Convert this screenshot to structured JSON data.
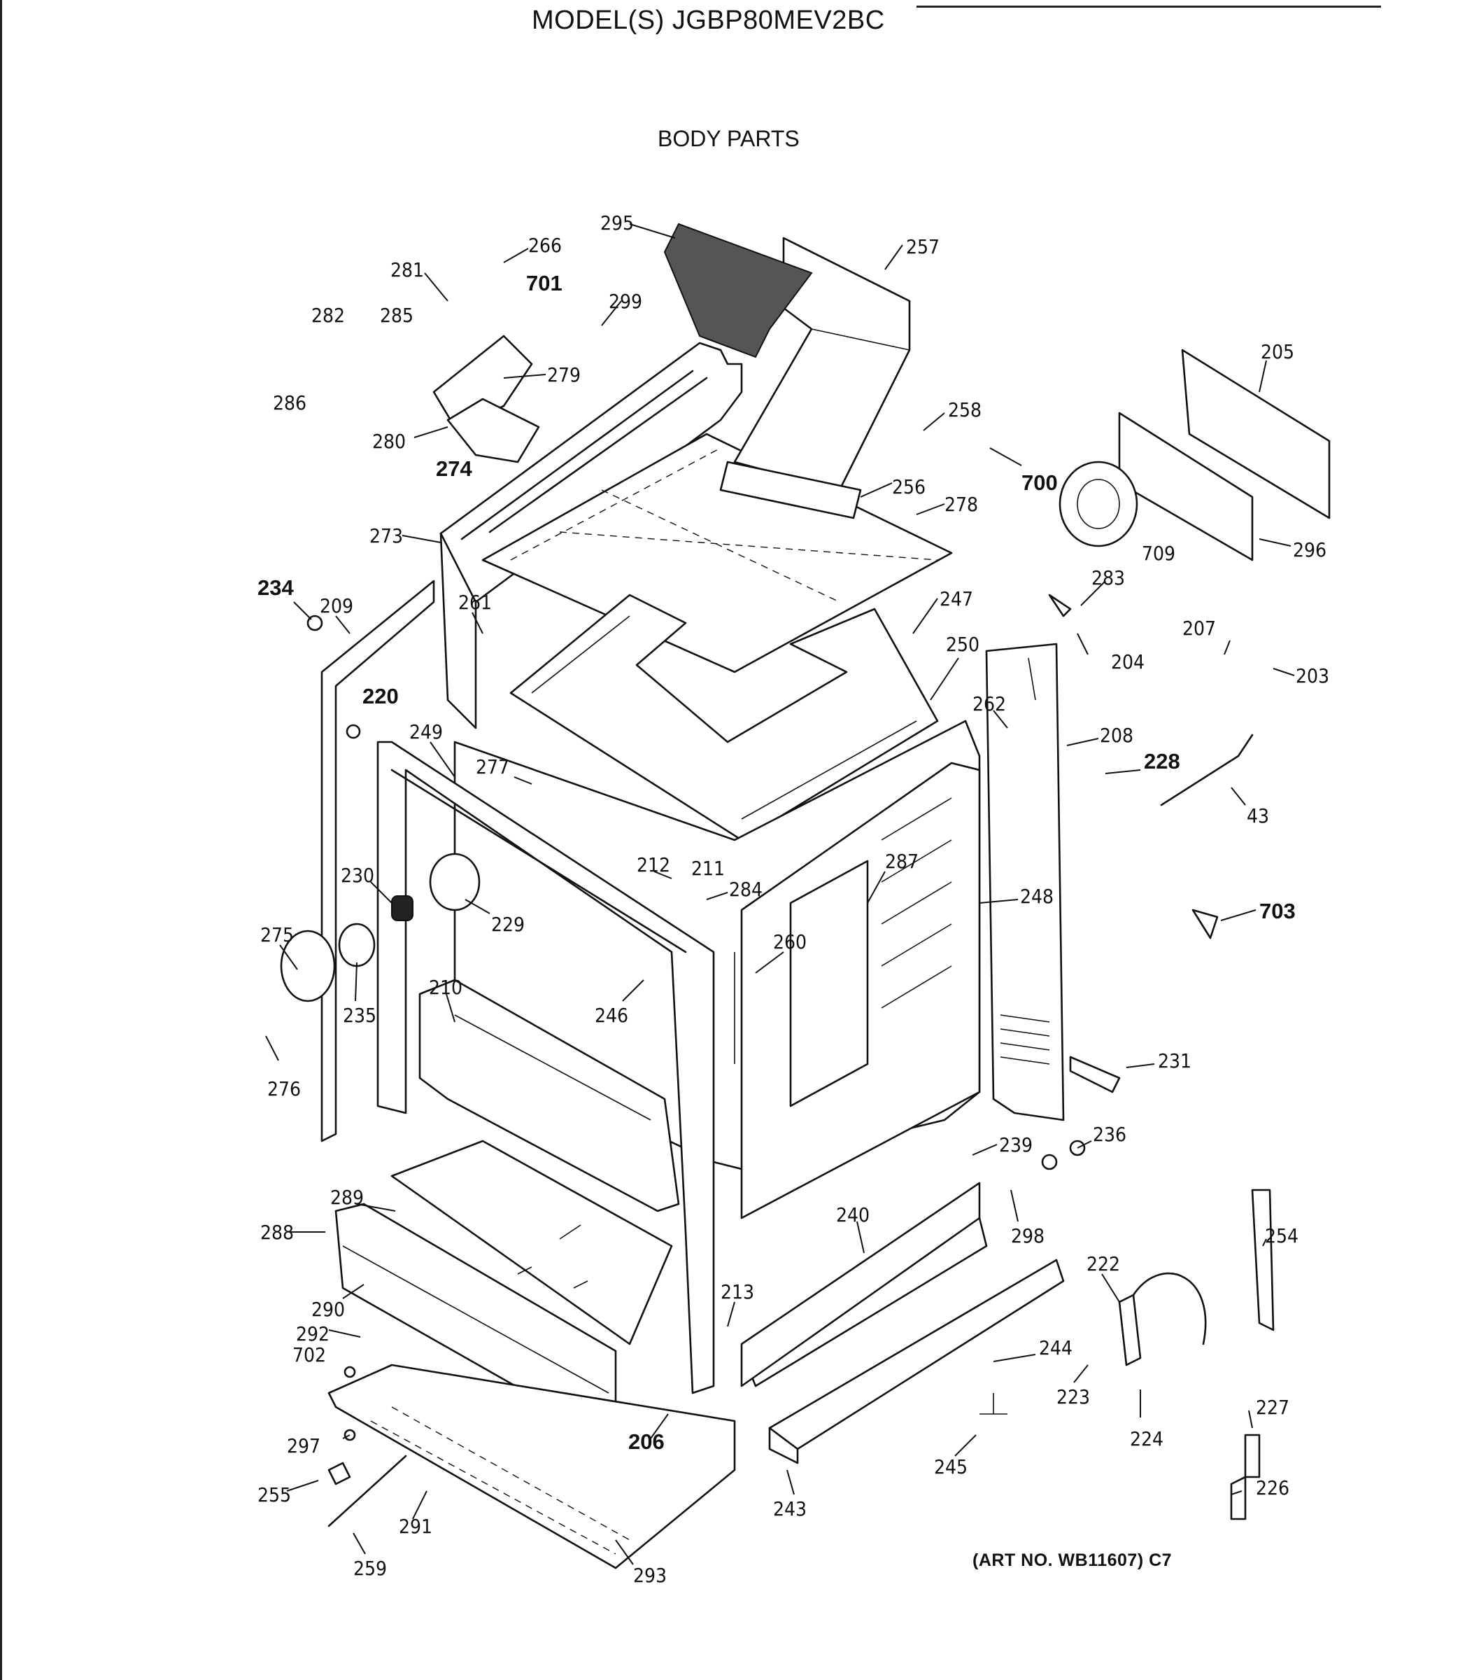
{
  "header": {
    "model_line": "MODEL(S) JGBP80MEV2BC",
    "section_title": "BODY PARTS"
  },
  "footer": {
    "art_number": "(ART NO. WB11607) C7"
  },
  "callouts": {
    "c295": "295",
    "c266": "266",
    "c257": "257",
    "c281": "281",
    "c701": "701",
    "c299": "299",
    "c282": "282",
    "c285": "285",
    "c279": "279",
    "c286": "286",
    "c280": "280",
    "c274": "274",
    "c258": "258",
    "c205": "205",
    "c700": "700",
    "c256": "256",
    "c278": "278",
    "c709": "709",
    "c296": "296",
    "c273": "273",
    "c234": "234",
    "c209": "209",
    "c261": "261",
    "c247": "247",
    "c283": "283",
    "c207": "207",
    "c250": "250",
    "c204": "204",
    "c203": "203",
    "c220": "220",
    "c262": "262",
    "c208": "208",
    "c249": "249",
    "c277": "277",
    "c228": "228",
    "c43": "43",
    "c212": "212",
    "c211": "211",
    "c230": "230",
    "c287": "287",
    "c284": "284",
    "c248": "248",
    "c229": "229",
    "c703": "703",
    "c275": "275",
    "c260": "260",
    "c210": "210",
    "c235": "235",
    "c246": "246",
    "c231": "231",
    "c276": "276",
    "c236": "236",
    "c239": "239",
    "c289": "289",
    "c240": "240",
    "c298": "298",
    "c288": "288",
    "c254": "254",
    "c222": "222",
    "c290": "290",
    "c213": "213",
    "c292": "292",
    "c702": "702",
    "c244": "244",
    "c223": "223",
    "c227": "227",
    "c206": "206",
    "c224": "224",
    "c297": "297",
    "c245": "245",
    "c255": "255",
    "c291": "291",
    "c243": "243",
    "c226": "226",
    "c259": "259",
    "c293": "293"
  }
}
